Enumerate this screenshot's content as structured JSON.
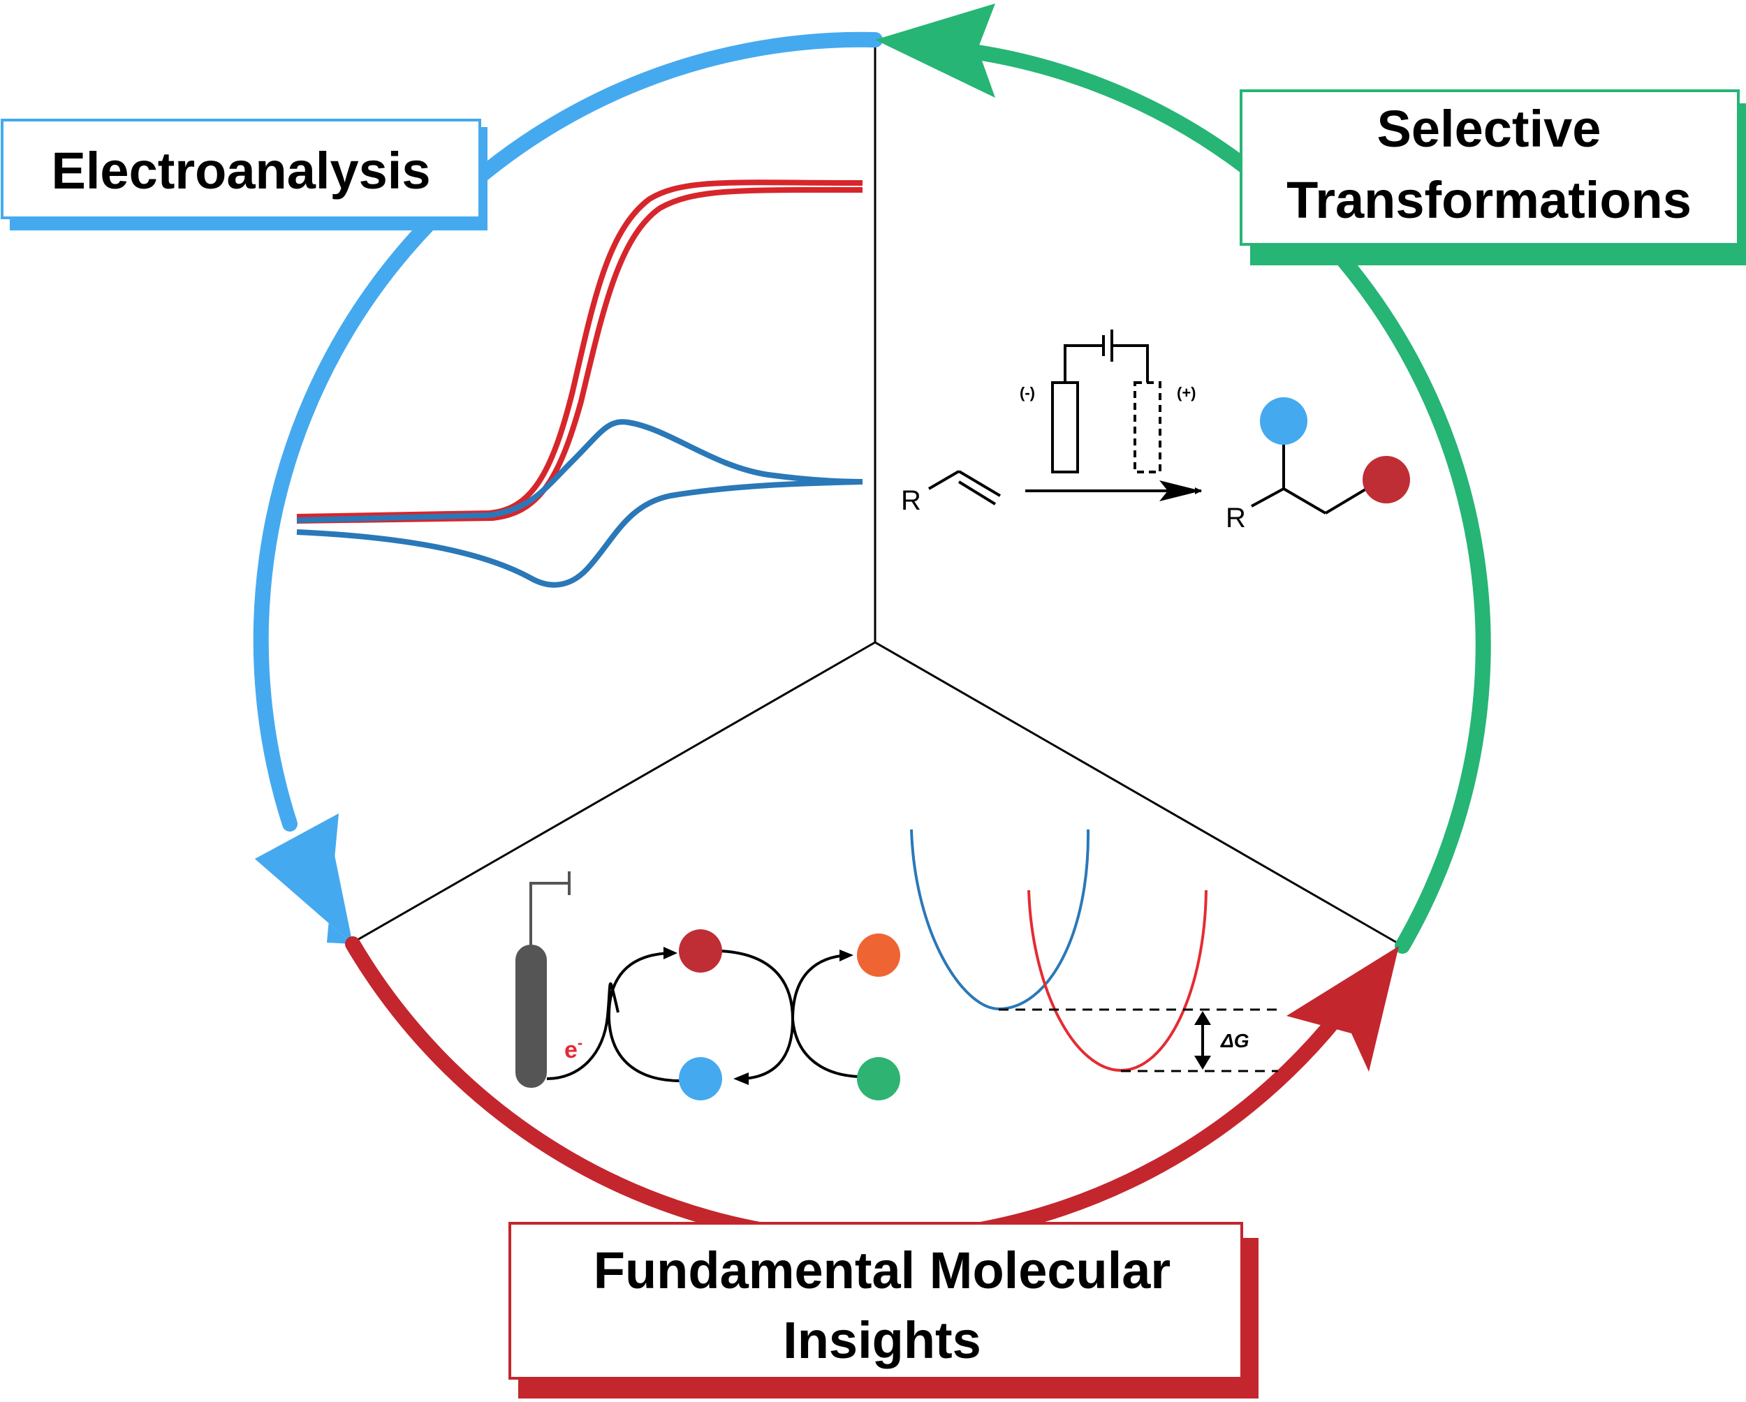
{
  "colors": {
    "blue_arc": "#45a9ef",
    "green_arc": "#26b574",
    "red_arc": "#c4262e",
    "cv_red": "#d7262b",
    "cv_blue": "#2a78b8",
    "circle_blue": "#45a9ef",
    "circle_red": "#bf2e34",
    "circle_orange": "#ee6533",
    "circle_green": "#2fb372",
    "electrode_gray": "#555555",
    "parabola_blue": "#2a78b8",
    "parabola_red": "#e52b33"
  },
  "labels": {
    "electroanalysis": "Electroanalysis",
    "selective_line1": "Selective",
    "selective_line2": "Transformations",
    "fundamental_line1": "Fundamental Molecular",
    "fundamental_line2": "Insights"
  },
  "reaction": {
    "r_reactant": "R",
    "r_product": "R",
    "minus_label": "(-)",
    "plus_label": "(+)"
  },
  "mechanism": {
    "electron_label": "e",
    "electron_superscript": "-"
  },
  "energy": {
    "delta_g_label": "ΔG"
  },
  "icons": [
    "cycle-arrow-icon",
    "battery-icon",
    "electrode-icon",
    "ground-icon"
  ]
}
